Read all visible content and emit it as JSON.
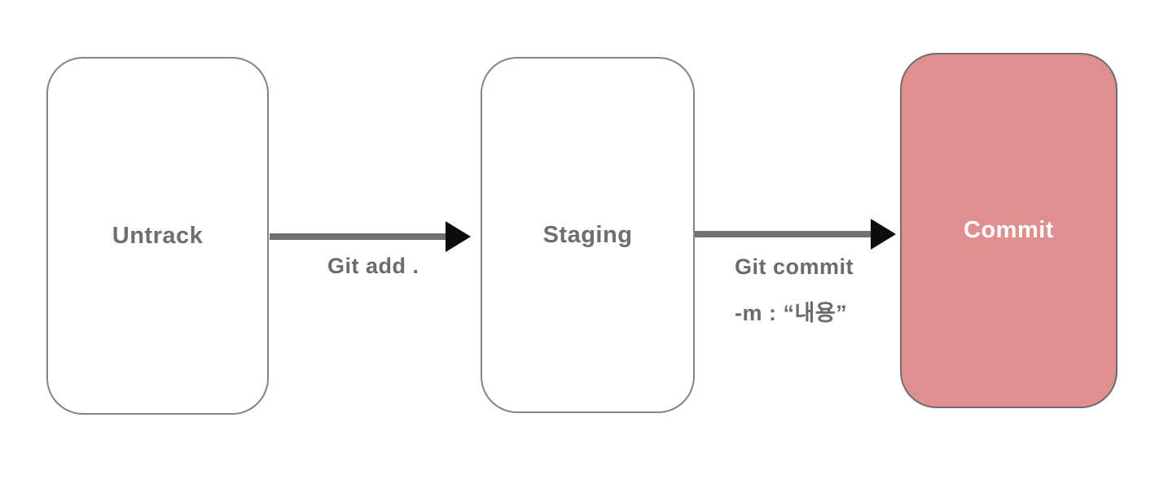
{
  "nodes": [
    {
      "id": "untrack",
      "label": "Untrack",
      "style": "outlined"
    },
    {
      "id": "staging",
      "label": "Staging",
      "style": "outlined"
    },
    {
      "id": "commit",
      "label": "Commit",
      "style": "filled"
    }
  ],
  "edges": [
    {
      "id": "git-add",
      "from": "untrack",
      "to": "staging",
      "label_lines": [
        "Git add ."
      ]
    },
    {
      "id": "git-commit",
      "from": "staging",
      "to": "commit",
      "label_lines": [
        "Git commit",
        "-m : “내용”"
      ]
    }
  ],
  "colors": {
    "canvas-bg": "#ffffff",
    "node-fill": "#ffffff",
    "node-border": "#848484",
    "node-text": "#6e6e6e",
    "commit-fill": "#e08f91",
    "commit-border": "#6e6e6e",
    "commit-text": "#ffffff",
    "edge-line": "#6f6f6f",
    "edge-head": "#0d0d0d",
    "edge-text": "#6b6b6b"
  }
}
